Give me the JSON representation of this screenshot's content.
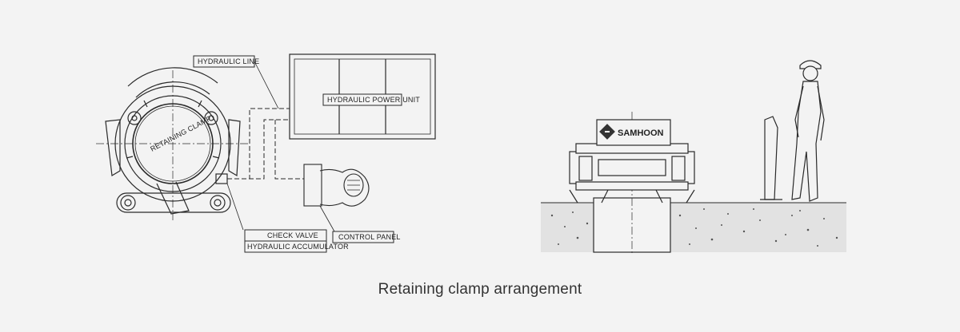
{
  "labels": {
    "hydraulic_line": "HYDRAULIC LINE",
    "hydraulic_power_unit": "HYDRAULIC POWER UNIT",
    "retaining_clamp": "RETAINING CLAMP",
    "check_valve": "CHECK VALVE",
    "hydraulic_accumulator": "HYDRAULIC ACCUMULATOR",
    "control_panel": "CONTROL PANEL"
  },
  "brand": {
    "name": "SAMHOON"
  },
  "caption": "Retaining clamp arrangement",
  "colors": {
    "background": "#f3f3f3",
    "line": "#2a2a2a",
    "text": "#333333"
  }
}
